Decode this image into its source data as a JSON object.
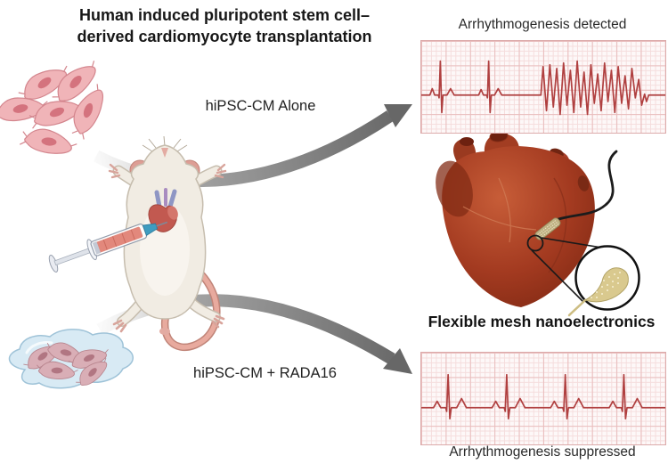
{
  "figure": {
    "title_line1": "Human induced pluripotent stem cell–",
    "title_line2": "derived cardiomyocyte transplantation",
    "pathway_top": "hiPSC-CM Alone",
    "pathway_bottom": "hiPSC-CM + RADA16",
    "ecg_top_caption": "Arrhythmogenesis detected",
    "ecg_bottom_caption": "Arrhythmogenesis suppressed",
    "device_label": "Flexible mesh nanoelectronics"
  },
  "colors": {
    "ecg_trace": "#b04040",
    "ecg_grid_major": "#e9bdbd",
    "ecg_grid_minor": "#f5dddd",
    "ecg_background": "#fdf8f8",
    "arrow_dark": "#676767",
    "arrow_light": "#dedede",
    "cell_pink": "#f0b4b8",
    "hydrogel_blue": "#d8eaf4",
    "heart_red": "#a63c22",
    "mesh_gold": "#d9c98e",
    "mouse_body": "#f1ece3"
  },
  "ecg": {
    "top": {
      "points": [
        [
          0,
          59
        ],
        [
          3.5,
          59
        ],
        [
          4.5,
          52
        ],
        [
          5.5,
          59
        ],
        [
          7,
          59
        ],
        [
          7.3,
          62
        ],
        [
          7.8,
          22
        ],
        [
          8.4,
          78
        ],
        [
          8.9,
          59
        ],
        [
          10.5,
          59
        ],
        [
          12,
          52
        ],
        [
          13.5,
          59
        ],
        [
          23.5,
          59
        ],
        [
          24.5,
          53
        ],
        [
          25.5,
          59
        ],
        [
          26.8,
          59
        ],
        [
          27.1,
          62
        ],
        [
          27.6,
          22
        ],
        [
          28.2,
          78
        ],
        [
          28.7,
          59
        ],
        [
          30,
          59
        ],
        [
          31.5,
          52
        ],
        [
          33,
          59
        ],
        [
          49,
          59
        ],
        [
          49.9,
          28
        ],
        [
          51.3,
          76
        ],
        [
          52.7,
          26
        ],
        [
          54.1,
          72
        ],
        [
          55.5,
          30
        ],
        [
          56.9,
          80
        ],
        [
          58.3,
          24
        ],
        [
          59.7,
          70
        ],
        [
          61.1,
          32
        ],
        [
          62.5,
          78
        ],
        [
          63.9,
          22
        ],
        [
          65.3,
          72
        ],
        [
          66.7,
          34
        ],
        [
          68.1,
          80
        ],
        [
          69.5,
          26
        ],
        [
          70.9,
          68
        ],
        [
          72.3,
          36
        ],
        [
          73.7,
          76
        ],
        [
          75.1,
          24
        ],
        [
          76.5,
          66
        ],
        [
          77.9,
          32
        ],
        [
          79.3,
          78
        ],
        [
          80.7,
          28
        ],
        [
          82.1,
          68
        ],
        [
          83.5,
          38
        ],
        [
          84.9,
          74
        ],
        [
          86.3,
          30
        ],
        [
          87.7,
          62
        ],
        [
          89.1,
          42
        ],
        [
          90.3,
          70
        ],
        [
          91.5,
          58
        ],
        [
          92.3,
          66
        ],
        [
          93.2,
          59
        ],
        [
          100,
          59
        ]
      ]
    },
    "bottom": {
      "points": [
        [
          0,
          60
        ],
        [
          5,
          60
        ],
        [
          6.5,
          53
        ],
        [
          8,
          60
        ],
        [
          10,
          60
        ],
        [
          10.4,
          64
        ],
        [
          11,
          24
        ],
        [
          11.7,
          72
        ],
        [
          12.3,
          60
        ],
        [
          14.5,
          60
        ],
        [
          16.5,
          50
        ],
        [
          18.5,
          60
        ],
        [
          29,
          60
        ],
        [
          30.5,
          53
        ],
        [
          32,
          60
        ],
        [
          34,
          60
        ],
        [
          34.4,
          64
        ],
        [
          35,
          24
        ],
        [
          35.7,
          72
        ],
        [
          36.3,
          60
        ],
        [
          38.5,
          60
        ],
        [
          40.5,
          50
        ],
        [
          42.5,
          60
        ],
        [
          53,
          60
        ],
        [
          54.5,
          53
        ],
        [
          56,
          60
        ],
        [
          58,
          60
        ],
        [
          58.4,
          64
        ],
        [
          59,
          24
        ],
        [
          59.7,
          72
        ],
        [
          60.3,
          60
        ],
        [
          62.5,
          60
        ],
        [
          64.5,
          50
        ],
        [
          66.5,
          60
        ],
        [
          77,
          60
        ],
        [
          78.5,
          53
        ],
        [
          80,
          60
        ],
        [
          82,
          60
        ],
        [
          82.4,
          64
        ],
        [
          83,
          24
        ],
        [
          83.7,
          72
        ],
        [
          84.3,
          60
        ],
        [
          86.5,
          60
        ],
        [
          88.5,
          50
        ],
        [
          90.5,
          60
        ],
        [
          100,
          60
        ]
      ]
    }
  }
}
